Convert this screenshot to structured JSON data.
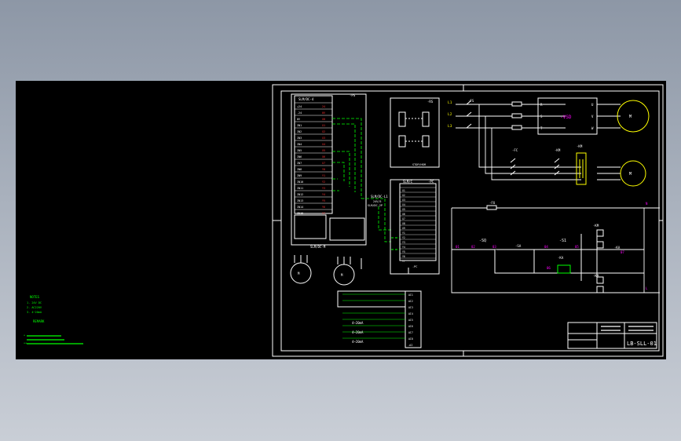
{
  "drawing": {
    "plc_title": "SLM/DC-4",
    "plc_tag": "-PS",
    "plc_io_labels": [
      "+24",
      "-24",
      "0V",
      "IN1",
      "IN2",
      "IN3",
      "IN4",
      "IN5",
      "IN6",
      "IN7",
      "IN8",
      "IN9",
      "IN10",
      "IN11",
      "IN12",
      "IN13",
      "IN14",
      "IN15"
    ],
    "plc_io_codes": [
      "24",
      "0V",
      "X0",
      "X1",
      "X2",
      "X3",
      "X4",
      "X5",
      "X6",
      "X7",
      "Y0",
      "Y1",
      "Y2",
      "Y3",
      "Y4",
      "Y5",
      "Y6",
      "Y7"
    ],
    "hmi_label": "SLM/DC-M",
    "power_module_label": "SLM/DC-L1",
    "power_module_sub": "24V/5",
    "power_module_sub2": "SLM/DC-2P",
    "relay_box_tag": "-RS",
    "relay_box_bottom": "STOP/HSM",
    "io_module_title": "SLM/C",
    "io_module_tag": "-PC",
    "io_module_bottom": "-PC",
    "io_module_cells": [
      "X1",
      "X2",
      "X3",
      "X4",
      "X5",
      "X6",
      "X7",
      "X8",
      "X9",
      "Y1",
      "Y2",
      "Y3",
      "Y4",
      "Y5",
      "Y6",
      "Y7"
    ],
    "motor_label": "M",
    "vsd_label": "-VSD",
    "vsd_inputs": [
      "R",
      "S",
      "T"
    ],
    "vsd_outputs": [
      "U",
      "V",
      "W"
    ],
    "line_labels": [
      "L1",
      "L2",
      "L3"
    ],
    "fuse_label": "-FS",
    "breaker_label": "-FC",
    "contactor_labels": [
      "-KM",
      "-KM"
    ],
    "ctrl_fuse_label": "-FU",
    "ctrl_labels": [
      "-SQ",
      "-SA",
      "-S1",
      "-KA",
      "-KM",
      "-KA",
      "-KM"
    ],
    "ctrl_wire_nums": [
      "01",
      "02",
      "03",
      "04",
      "05",
      "06",
      "07"
    ],
    "ctrl_marks": [
      "N",
      "L"
    ],
    "analog_labels": [
      "4~20mA",
      "4~20mA",
      "4~20mA"
    ],
    "analog_module_tag": "-AI",
    "analog_inputs": [
      "AI1",
      "AI2",
      "AI3",
      "AI4",
      "AI5",
      "AI6",
      "AI7",
      "AI8"
    ],
    "notes_title": "NOTES",
    "notes_lines": [
      "1. 24V DC",
      "2. AC220V",
      "3. 4~20mA"
    ],
    "notes_sub": "REMARK",
    "notes_footer": [
      "*",
      "**"
    ],
    "title_block_drawing_no": "LB-SLL-01"
  },
  "colors": {
    "background": "#000000",
    "line_white": "#ffffff",
    "line_green": "#00ff00",
    "magenta": "#ff00ff",
    "red": "#ff3030",
    "yellow": "#ffff00"
  }
}
